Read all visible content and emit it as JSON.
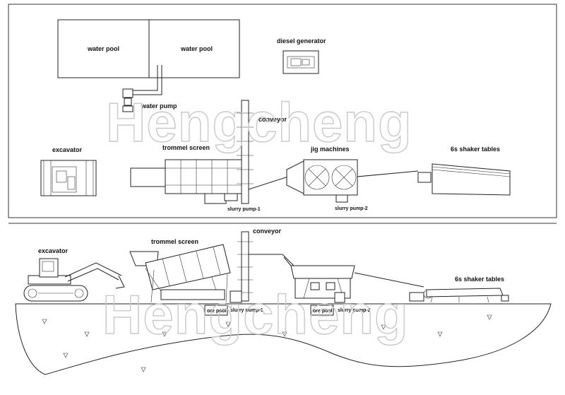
{
  "watermark": "Hengcheng",
  "top_view": {
    "water_pool_left": "water pool",
    "water_pool_right": "water pool",
    "diesel_generator": "diesel generator",
    "water_pump": "water pump",
    "conveyor": "conveyor",
    "excavator": "excavator",
    "trommel_screen": "trommel screen",
    "jig_machines": "jig machines",
    "shaker_tables": "6s shaker tables",
    "slurry_pump_1": "slurry pump-1",
    "slurry_pump_2": "slurry pump-2"
  },
  "side_view": {
    "conveyor": "conveyor",
    "excavator": "excavator",
    "trommel_screen": "trommel screen",
    "shaker_tables": "6s shaker tables",
    "ore_pool_1": "ore pool",
    "slurry_pump_1": "slurry pump-1",
    "ore_pool_2": "ore pool",
    "slurry_pump_2": "slurry pump-2"
  }
}
